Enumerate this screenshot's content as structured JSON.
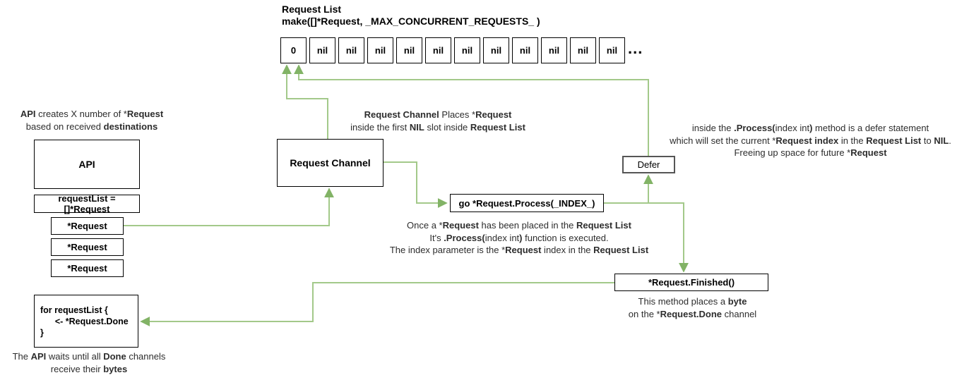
{
  "colors": {
    "arrow_line": "#a3c98a",
    "arrow_head": "#82b366",
    "box_border": "#000000",
    "defer_border": "#555555"
  },
  "request_list": {
    "title": "Request List",
    "subtitle": "make([]*Request, _MAX_CONCURRENT_REQUESTS_ )",
    "cells": [
      "0",
      "nil",
      "nil",
      "nil",
      "nil",
      "nil",
      "nil",
      "nil",
      "nil",
      "nil",
      "nil",
      "nil"
    ],
    "ellipsis": "..."
  },
  "api": {
    "caption": [
      [
        {
          "t": "API",
          "b": true
        },
        " creates X number of *",
        {
          "t": "Request",
          "b": true
        }
      ],
      [
        "based on received ",
        {
          "t": "destinations",
          "b": true
        }
      ]
    ],
    "box_label": "API",
    "request_list_var_label": "requestList = []*Request",
    "request_items": [
      "*Request",
      "*Request",
      "*Request"
    ]
  },
  "request_channel": {
    "caption": [
      [
        {
          "t": "Request Channel",
          "b": true
        },
        " Places *",
        {
          "t": "Request",
          "b": true
        }
      ],
      [
        "inside the first ",
        {
          "t": "NIL",
          "b": true
        },
        " slot inside ",
        {
          "t": "Request List",
          "b": true
        }
      ]
    ],
    "box_label": "Request Channel"
  },
  "process": {
    "box_label": "go *Request.Process(_INDEX_)",
    "caption": [
      [
        "Once a *",
        {
          "t": "Request",
          "b": true
        },
        " has been placed in the ",
        {
          "t": "Request List",
          "b": true
        }
      ],
      [
        "It's ",
        {
          "t": ".Process(",
          "b": true
        },
        "index int",
        {
          "t": ")",
          "b": true
        },
        " function is executed."
      ],
      [
        "The index parameter is the *",
        {
          "t": "Request",
          "b": true
        },
        " index in the ",
        {
          "t": "Request List",
          "b": true
        }
      ]
    ]
  },
  "defer": {
    "box_label": "Defer",
    "caption": [
      [
        "inside the ",
        {
          "t": ".Process(",
          "b": true
        },
        "index int",
        {
          "t": ")",
          "b": true
        },
        " method is a defer statement"
      ],
      [
        "which will set the current *",
        {
          "t": "Request index",
          "b": true
        },
        " in the ",
        {
          "t": "Request List",
          "b": true
        },
        " to ",
        {
          "t": "NIL",
          "b": true
        },
        "."
      ],
      [
        "Freeing up space for future *",
        {
          "t": "Request",
          "b": true
        }
      ]
    ]
  },
  "finished": {
    "box_label": "*Request.Finished()",
    "caption": [
      [
        "This method places a ",
        {
          "t": "byte",
          "b": true
        }
      ],
      [
        "on the *",
        {
          "t": "Request.Done",
          "b": true
        },
        " channel"
      ]
    ]
  },
  "wait_loop": {
    "box_lines": [
      "for requestList {",
      "      <- *Request.Done",
      "}"
    ],
    "caption": [
      [
        "The ",
        {
          "t": "API",
          "b": true
        },
        " waits until all ",
        {
          "t": "Done",
          "b": true
        },
        " channels"
      ],
      [
        "receive their ",
        {
          "t": "bytes",
          "b": true
        }
      ]
    ]
  }
}
